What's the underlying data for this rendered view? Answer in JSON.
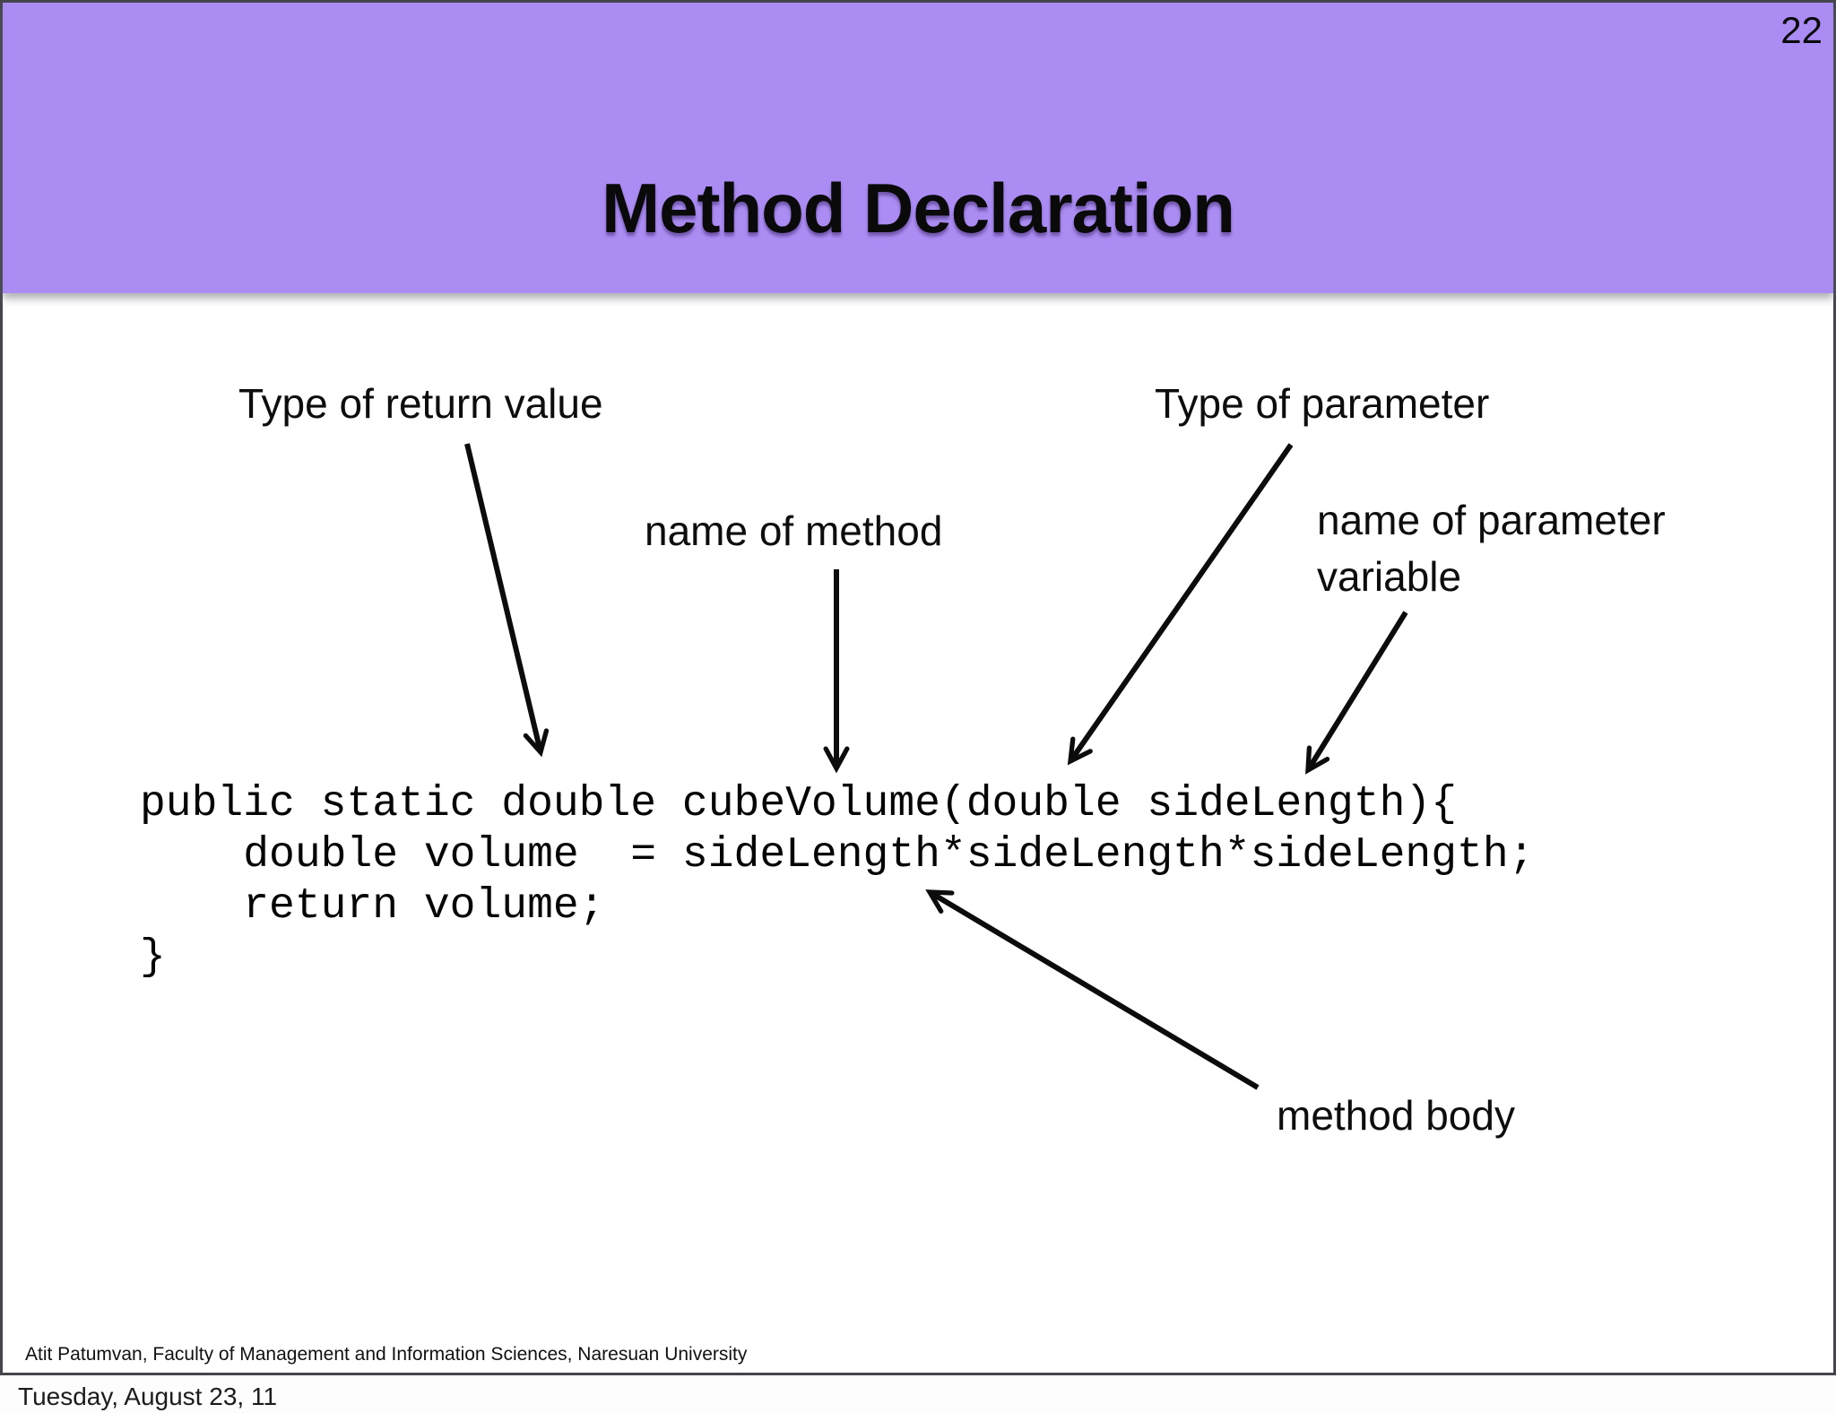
{
  "page_number": "22",
  "header": {
    "title": "Method Declaration",
    "bg_color": "#ab8cf2"
  },
  "annotations": {
    "return_type_label": "Type of return value",
    "param_type_label": "Type of parameter",
    "method_name_label": "name of method",
    "param_name_label": "name of parameter\nvariable",
    "method_body_label": "method body"
  },
  "code": {
    "lines": [
      "public static double cubeVolume(double sideLength){",
      "    double volume  = sideLength*sideLength*sideLength;",
      "    return volume;",
      "}"
    ]
  },
  "arrows": [
    {
      "from": "Type of return value",
      "to": "double (return type in code line 1)"
    },
    {
      "from": "name of method",
      "to": "cubeVolume"
    },
    {
      "from": "Type of parameter",
      "to": "double (parameter type)"
    },
    {
      "from": "name of parameter variable",
      "to": "sideLength"
    },
    {
      "from": "method body",
      "to": "statements inside braces"
    }
  ],
  "footer": {
    "credit": "Atit Patumvan, Faculty of Management and Information Sciences, Naresuan University",
    "date": "Tuesday, August 23, 11"
  },
  "colors": {
    "header_purple": "#ab8cf2",
    "slide_border": "#45454d",
    "text": "#0b0b0b"
  }
}
